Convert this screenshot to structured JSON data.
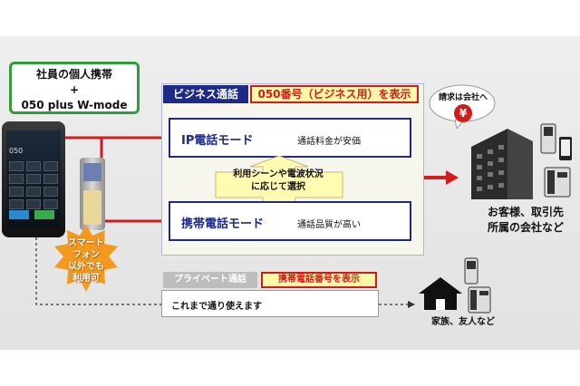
{
  "header_box": {
    "line1": "社員の個人携帯",
    "line2": "+",
    "line3": "050 plus W-mode"
  },
  "phone": {
    "screen_number": "050"
  },
  "badge": {
    "line1": "スマート",
    "line2": "フォン",
    "line3": "以外でも",
    "line4": "利用可"
  },
  "business": {
    "tag": "ビジネス通話",
    "number_label": "050番号（ビジネス用）を表示",
    "ip_mode": {
      "name": "IP電話モード",
      "desc": "通話料金が安価"
    },
    "mobile_mode": {
      "name": "携帯電話モード",
      "desc": "通話品質が高い"
    },
    "switch_line1": "利用シーンや電波状況",
    "switch_line2": "に応じて選択"
  },
  "billing_bubble": {
    "text": "請求は会社へ",
    "currency_symbol": "¥"
  },
  "company": {
    "line1": "お客様、取引先",
    "line2": "所属の会社など"
  },
  "private": {
    "tag": "プライベート通話",
    "number_label": "携帯電話番号を表示",
    "text": "これまで通り使えます"
  },
  "family": {
    "label": "家族、友人など"
  },
  "colors": {
    "accent_navy": "#1d2a86",
    "accent_red": "#d21c1c",
    "green_frame": "#2e9e3a",
    "badge_orange": "#f39a1e",
    "highlight_yellow": "#fff7a8"
  }
}
